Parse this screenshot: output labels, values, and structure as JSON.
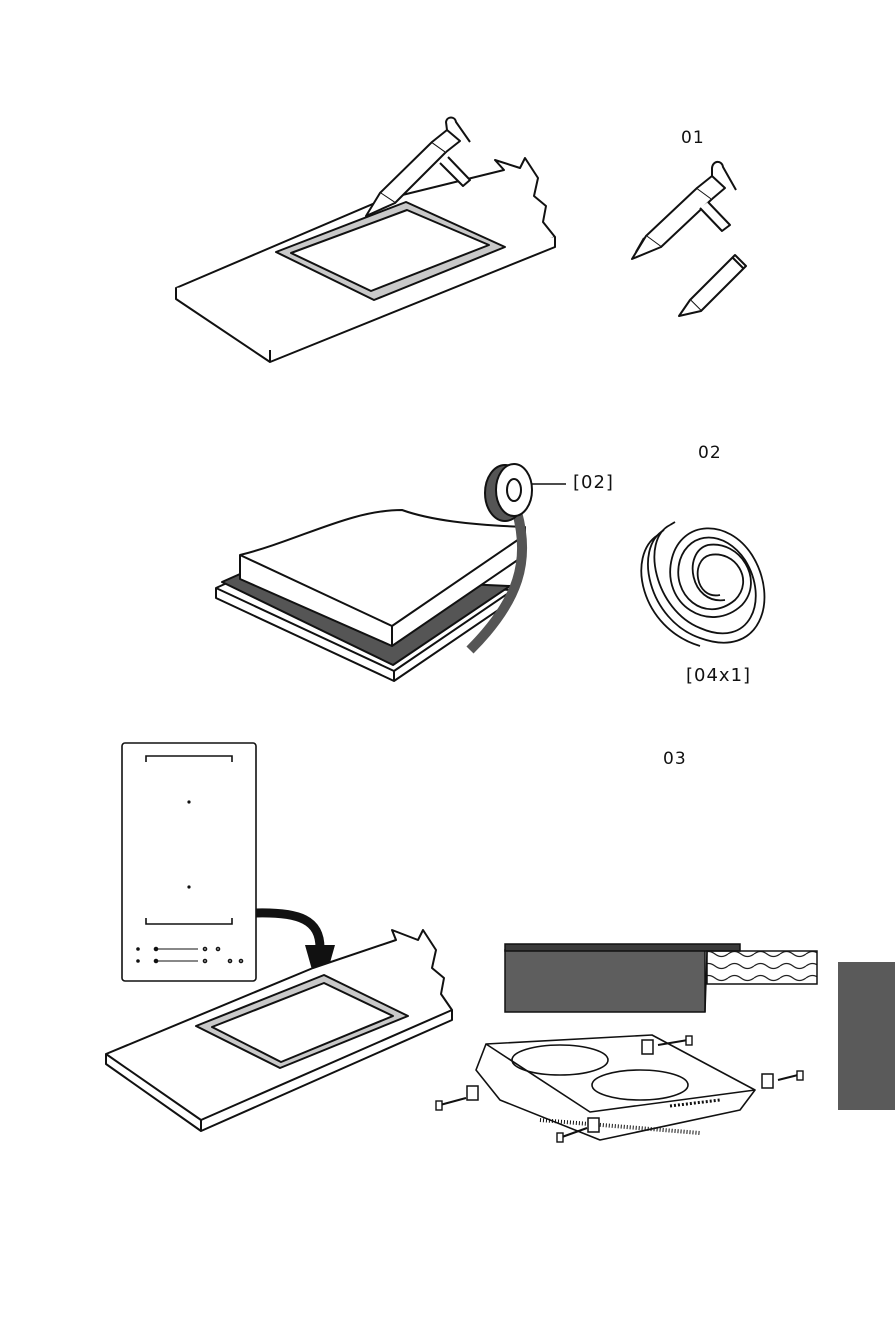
{
  "steps": [
    {
      "number": "01"
    },
    {
      "number": "02",
      "part_callout": "[02]",
      "part_quantity": "[04x1]"
    },
    {
      "number": "03"
    }
  ],
  "colors": {
    "line": "#111111",
    "gap_fill": "#c9c9c9",
    "seal_fill": "#555555",
    "hob_side": "#5e5e5e",
    "side_tab": "#5a5a5a"
  },
  "icons": [
    "silicone-gun-icon",
    "pencil-icon",
    "seal-tape-roll-icon",
    "seal-tape-coil-icon",
    "screw-icon",
    "bracket-icon"
  ]
}
